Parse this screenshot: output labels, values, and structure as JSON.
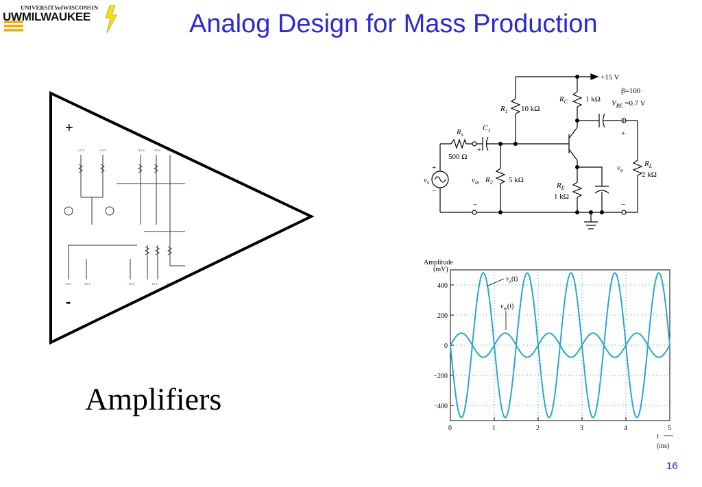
{
  "logo": {
    "university_line": "UNIVERSITYofWISCONSIN",
    "uwm_text": "UWMILWAUKEE",
    "colors": {
      "gold": "#e8b21a",
      "lightning": "#f2e01c"
    }
  },
  "slide": {
    "title": "Analog Design for Mass Production",
    "page_number": "16",
    "amplifier_label": "Amplifiers",
    "plus_label": "+",
    "minus_label": "-"
  },
  "opamp_internal": {
    "rail_labels": [
      "+15 V",
      "+15 V",
      "+15 V",
      "+15 V",
      "+15 V"
    ],
    "bottom_labels": [
      "-15 V",
      "-15 V",
      "-15 V",
      "-15 V",
      "-15 V"
    ]
  },
  "schematic": {
    "supply": "+15 V",
    "rc_label": "R",
    "rc_sub": "C",
    "rc_value": "1 kΩ",
    "beta": "β=100",
    "vbe": "V",
    "vbe_sub": "BE",
    "vbe_value": " =0.7 V",
    "r1_label": "R",
    "r1_sub": "1",
    "r1_value": "10 kΩ",
    "c1_label": "C",
    "c1_sub": "1",
    "rs_label": "R",
    "rs_sub": "s",
    "rs_value": "500 Ω",
    "vs_label": "v",
    "vs_sub": "s",
    "vin_label": "v",
    "vin_sub": "in",
    "r2_label": "R",
    "r2_sub": "2",
    "r2_value": "5 kΩ",
    "re_label": "R",
    "re_sub": "E",
    "re_value": "1 kΩ",
    "vo_label": "v",
    "vo_sub": "o",
    "rl_label": "R",
    "rl_sub": "L",
    "rl_value": "2 kΩ",
    "plus": "+",
    "minus": "−"
  },
  "chart_data": {
    "type": "line",
    "ylabel": "Amplitude",
    "yunit": "(mV)",
    "xlabel": "t",
    "xunit": "(ms)",
    "xlim": [
      0,
      5
    ],
    "ylim": [
      -500,
      500
    ],
    "xticks": [
      "0",
      "1",
      "2",
      "3",
      "4",
      "5"
    ],
    "yticks": [
      "400",
      "200",
      "0",
      "−200",
      "−400"
    ],
    "ytick_values": [
      400,
      200,
      0,
      -200,
      -400
    ],
    "grid": true,
    "color": "#2aa6cf",
    "series": [
      {
        "name": "vo(t)",
        "label_main": "v",
        "label_sub": "o",
        "label_suffix": "(t)",
        "amplitude": 480,
        "frequency_khz": 1,
        "phase": "inverted"
      },
      {
        "name": "vin(t)",
        "label_main": "v",
        "label_sub": "in",
        "label_suffix": "(t)",
        "amplitude": 80,
        "frequency_khz": 1,
        "phase": "normal"
      }
    ]
  }
}
